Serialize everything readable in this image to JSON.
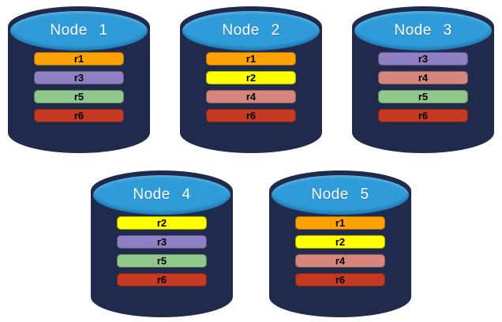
{
  "diagram": {
    "description": "Replica placement across database nodes",
    "replica_ids": [
      "r1",
      "r2",
      "r3",
      "r4",
      "r5",
      "r6"
    ]
  },
  "colors": {
    "background": "#ffffff",
    "cylinder_body": "#1F2A4C",
    "cylinder_top": "#2F9CD9",
    "node_label_text": "#FFFFFF",
    "bar_label_text": "#000000",
    "replicas": {
      "r1": "#FCA204",
      "r2": "#FFFF00",
      "r3": "#8F80C4",
      "r4": "#D6867C",
      "r5": "#92C78C",
      "r6": "#C53A22"
    }
  },
  "nodes": [
    {
      "label": "Node 1",
      "row": 1,
      "replicas": [
        "r1",
        "r3",
        "r5",
        "r6"
      ]
    },
    {
      "label": "Node 2",
      "row": 1,
      "replicas": [
        "r1",
        "r2",
        "r4",
        "r6"
      ]
    },
    {
      "label": "Node 3",
      "row": 1,
      "replicas": [
        "r3",
        "r4",
        "r5",
        "r6"
      ]
    },
    {
      "label": "Node 4",
      "row": 2,
      "replicas": [
        "r2",
        "r3",
        "r5",
        "r6"
      ]
    },
    {
      "label": "Node 5",
      "row": 2,
      "replicas": [
        "r1",
        "r2",
        "r4",
        "r6"
      ]
    }
  ]
}
